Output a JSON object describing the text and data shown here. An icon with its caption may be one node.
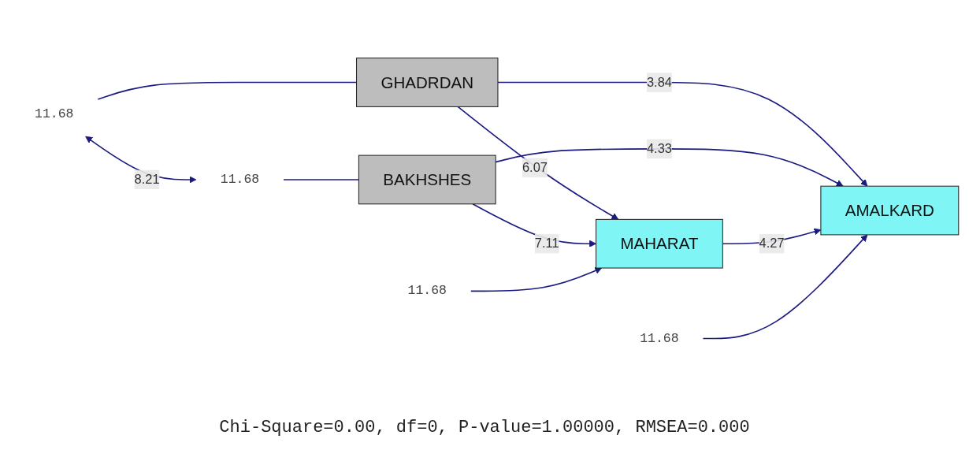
{
  "diagram": {
    "caption": "Chi-Square=0.00, df=0, P-value=1.00000, RMSEA=0.000",
    "nodes": [
      {
        "text": [
          "11.68"
        ]
      },
      {
        "text": [
          "GHADRDAN"
        ]
      },
      {
        "text": [
          "MAHARAT"
        ]
      },
      {
        "text": [
          "11.68"
        ]
      },
      {
        "text": [
          "AMALKARD"
        ]
      },
      {
        "text": [
          "11.68"
        ]
      },
      {
        "text": [
          "11.68"
        ]
      },
      {
        "text": [
          "BAKHSHES"
        ]
      }
    ],
    "edges": [
      {
        "from": 0,
        "to": 1,
        "arrow": "none"
      },
      {
        "from": 6,
        "to": 7,
        "arrow": "none"
      },
      {
        "from": 0,
        "to": 6,
        "arrow": "both",
        "label": "8.21"
      },
      {
        "from": 1,
        "to": 2,
        "arrow": "to",
        "label": "6.07"
      },
      {
        "from": 1,
        "to": 4,
        "arrow": "to",
        "label": "3.84"
      },
      {
        "from": 7,
        "to": 2,
        "arrow": "to",
        "label": "7.11"
      },
      {
        "from": 7,
        "to": 4,
        "arrow": "to",
        "label": "4.33"
      },
      {
        "from": 2,
        "to": 4,
        "arrow": "to",
        "label": "4.27"
      },
      {
        "from": 3,
        "to": 2,
        "arrow": "to"
      },
      {
        "from": 5,
        "to": 4,
        "arrow": "to"
      }
    ]
  }
}
